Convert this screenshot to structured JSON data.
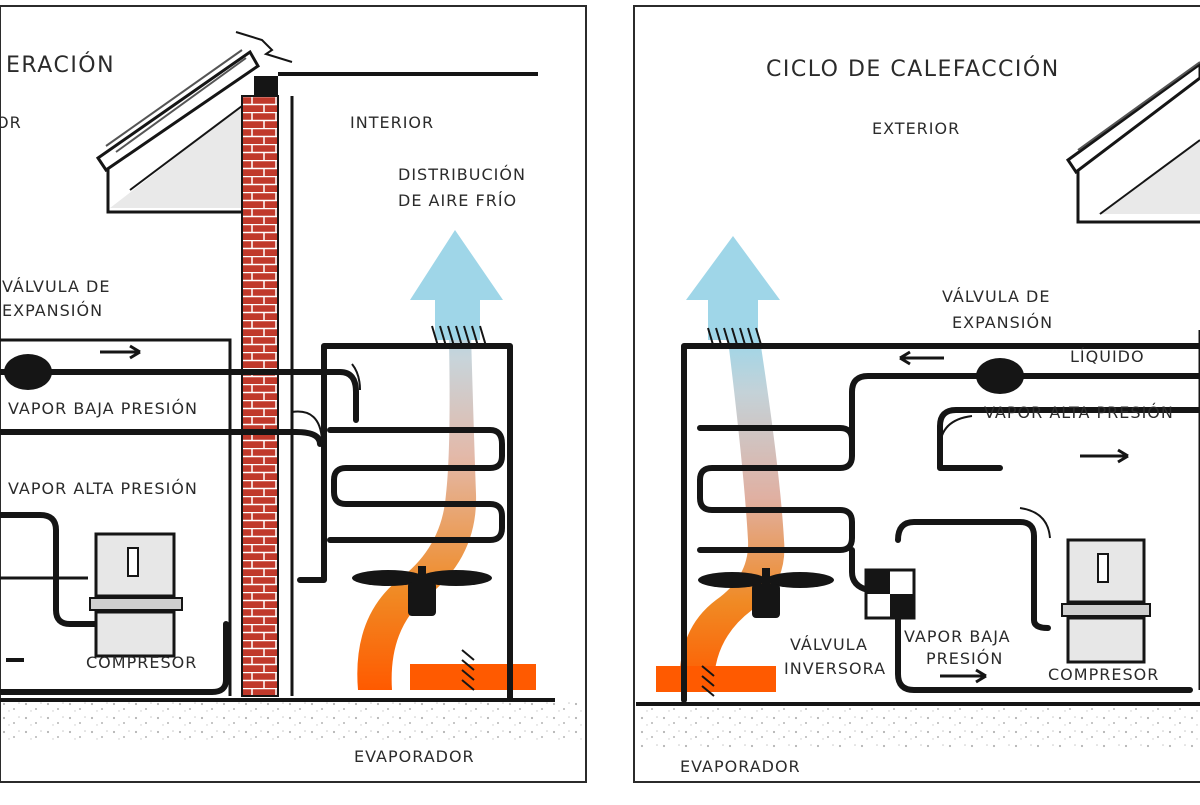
{
  "left_panel": {
    "title": "ERACIÓN",
    "exterior_label": "OR",
    "interior_label": "INTERIOR",
    "distribution_line1": "DISTRIBUCIÓN",
    "distribution_line2": "DE AIRE FRÍO",
    "valve_line1": "VÁLVULA DE",
    "valve_line2": "EXPANSIÓN",
    "vapor_low": "VAPOR BAJA PRESIÓN",
    "vapor_high": "VAPOR ALTA PRESIÓN",
    "compressor": "COMPRESOR",
    "evaporator": "EVAPORADOR"
  },
  "right_panel": {
    "title": "CICLO DE CALEFACCIÓN",
    "exterior_label": "EXTERIOR",
    "valve_line1": "VÁLVULA DE",
    "valve_line2": "EXPANSIÓN",
    "liquid": "LÍQUIDO",
    "vapor_high": "VAPOR ALTA PRESIÓN",
    "vapor_low_line1": "VAPOR BAJA",
    "vapor_low_line2": "PRESIÓN",
    "reversing_line1": "VÁLVULA",
    "reversing_line2": "INVERSORA",
    "compressor": "COMPRESOR",
    "evaporator": "EVAPORADOR"
  },
  "colors": {
    "brick": "#c0392b",
    "pipe": "#151515",
    "cold_air": "#9fd6e8",
    "warm_air": "#f08a24",
    "hot_air": "#ff5a00",
    "ground": "#dcdcdc"
  }
}
